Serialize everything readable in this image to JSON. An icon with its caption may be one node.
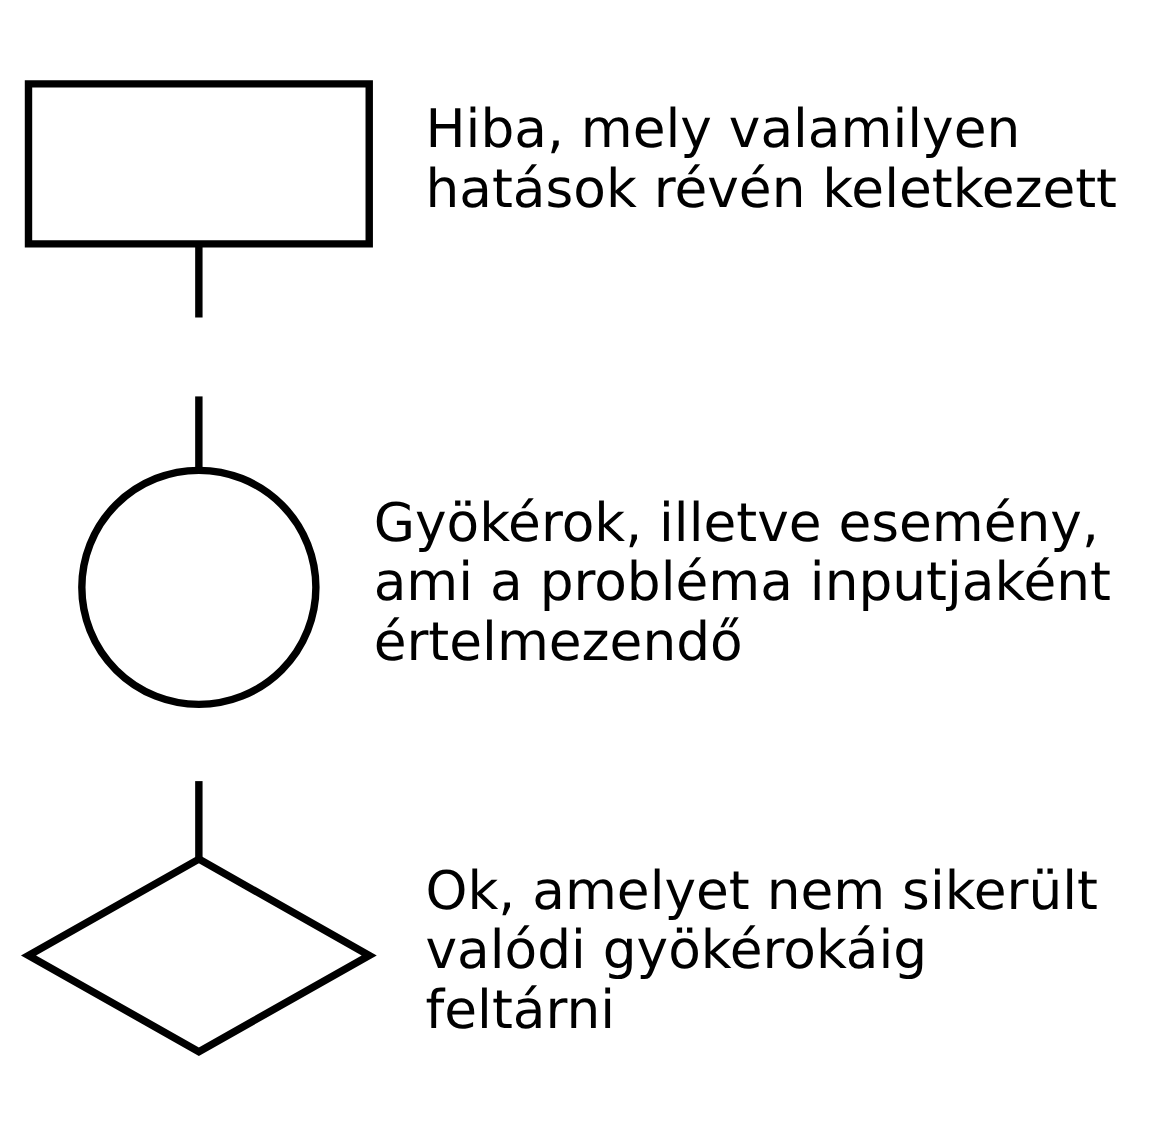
{
  "diagram": {
    "nodes": [
      {
        "text": [],
        "shape": "box",
        "beside": [
          "Hiba, mely valamilyen hatások révén keletkezett"
        ]
      },
      {
        "text": [],
        "shape": "circle",
        "beside": [
          "Gyökérok, illetve esemény, ami a probléma inputjaként értelmezendő"
        ]
      },
      {
        "text": [],
        "shape": "diamond",
        "beside": [
          "Ok, amelyet nem sikerült valódi gyökérokáig feltárni"
        ]
      }
    ],
    "edges": [
      {
        "from": 0,
        "to": null,
        "arrow": "none"
      },
      {
        "from": null,
        "to": 1,
        "arrow": "none"
      },
      {
        "from": null,
        "to": 2,
        "arrow": "none"
      }
    ]
  }
}
